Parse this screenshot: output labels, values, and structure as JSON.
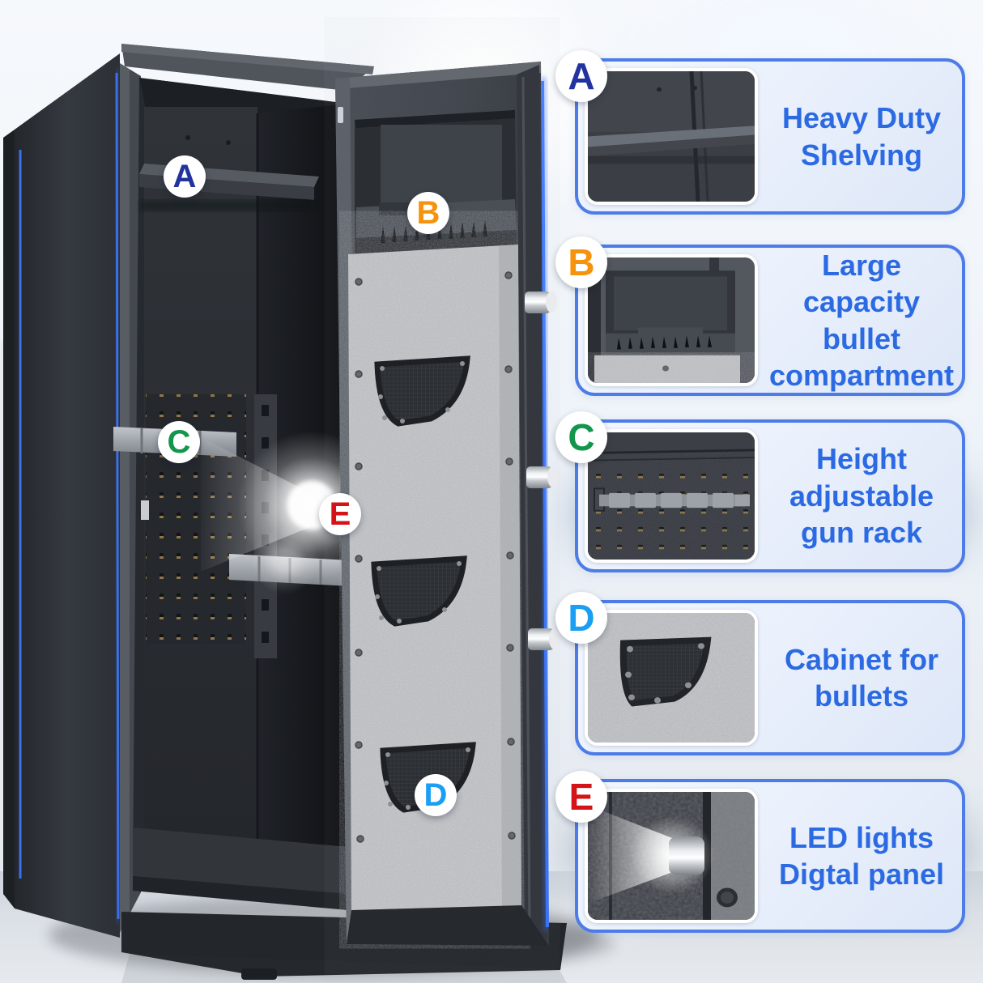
{
  "colors": {
    "caption_blue": "#2b6ae3",
    "card_border": "#4d7ce8",
    "card_background": "#e9f0fb",
    "badge_background": "#ffffff",
    "led_strip_blue": "#2f6bff",
    "safe_body_dark": "#34383e",
    "felt_gray": "#c7c9cc"
  },
  "markers": [
    {
      "letter": "A",
      "color": "#20339f"
    },
    {
      "letter": "B",
      "color": "#f6930e"
    },
    {
      "letter": "C",
      "color": "#13964b"
    },
    {
      "letter": "E",
      "color": "#d41319"
    },
    {
      "letter": "D",
      "color": "#1b9ff2"
    }
  ],
  "features": [
    {
      "letter": "A",
      "color": "#20339f",
      "label": "Heavy Duty\nShelving"
    },
    {
      "letter": "B",
      "color": "#f6930e",
      "label": "Large capacity\nbullet\ncompartment"
    },
    {
      "letter": "C",
      "color": "#13964b",
      "label": "Height\nadjustable\ngun rack"
    },
    {
      "letter": "D",
      "color": "#1b9ff2",
      "label": "Cabinet for\nbullets"
    },
    {
      "letter": "E",
      "color": "#d41319",
      "label": "LED lights\nDigtal panel"
    }
  ]
}
